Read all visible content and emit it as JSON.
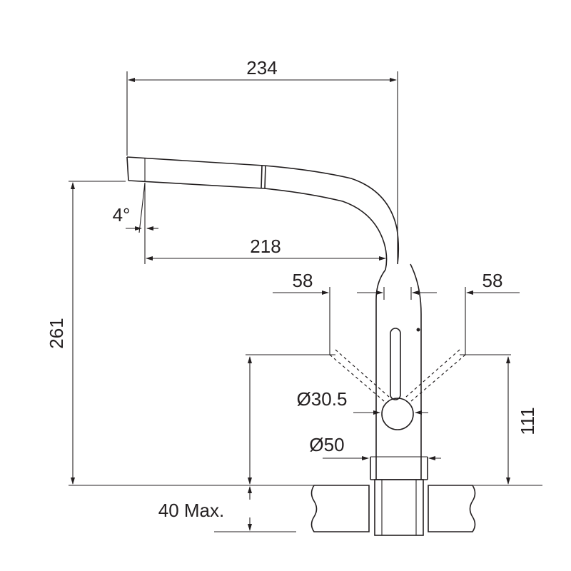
{
  "dimensions": {
    "overall_width": "234",
    "reach": "218",
    "angle": "4°",
    "height": "261",
    "lever_left": "58",
    "lever_right": "58",
    "lever_diameter": "Ø30.5",
    "base_diameter": "Ø50",
    "lever_height": "111",
    "mount_thickness": "40 Max."
  },
  "colors": {
    "line": "#231f20",
    "background": "#ffffff"
  }
}
